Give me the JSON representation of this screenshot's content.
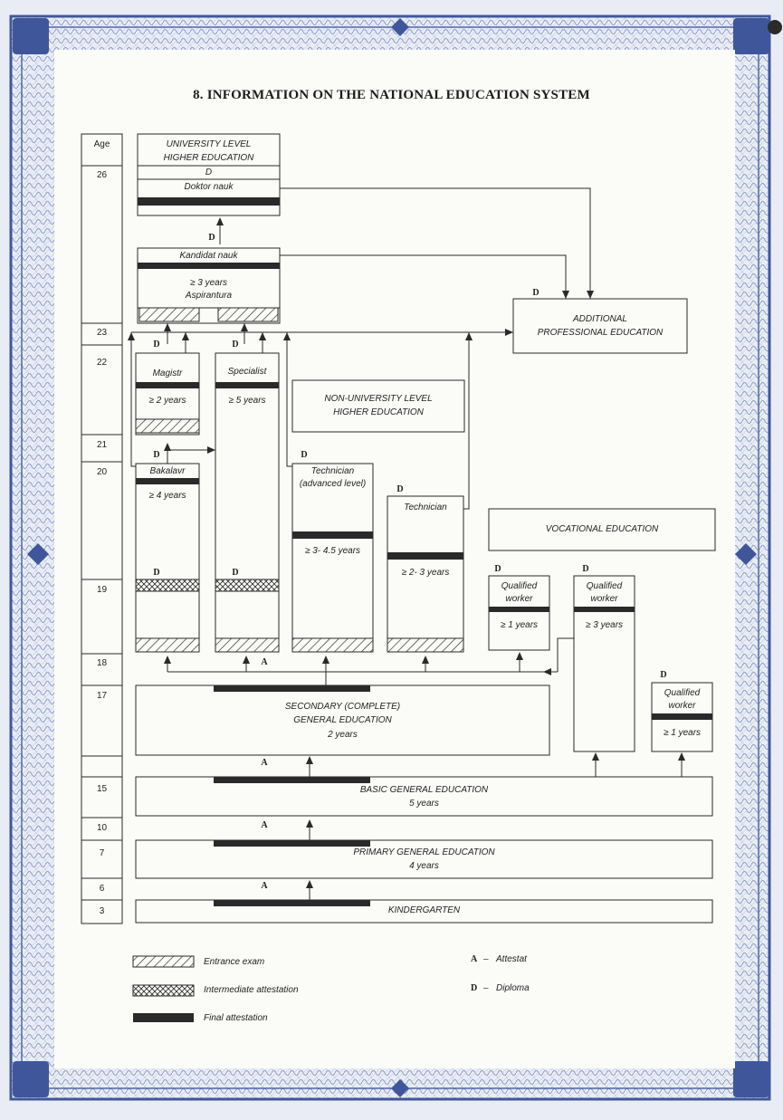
{
  "title": "8. INFORMATION ON THE NATIONAL EDUCATION SYSTEM",
  "age_column": {
    "header": "Age",
    "marks": [
      "26",
      "23",
      "22",
      "21",
      "20",
      "19",
      "18",
      "17",
      "15",
      "10",
      "7",
      "6",
      "3"
    ]
  },
  "university": {
    "label_line1": "UNIVERSITY LEVEL",
    "label_line2": "HIGHER EDUCATION",
    "degree": "D",
    "doktor": "Doktor nauk"
  },
  "kandidat": {
    "title": "Kandidat nauk",
    "duration": "≥ 3 years",
    "program": "Aspirantura"
  },
  "magistr": {
    "title": "Magistr",
    "duration": "≥ 2 years"
  },
  "specialist": {
    "title": "Specialist",
    "duration": "≥ 5 years"
  },
  "bakalavr": {
    "title": "Bakalavr",
    "duration": "≥ 4 years"
  },
  "technician_advanced": {
    "title_line1": "Technician",
    "title_line2": "(advanced level)",
    "duration": "≥ 3- 4.5 years"
  },
  "technician": {
    "title": "Technician",
    "duration": "≥ 2- 3 years"
  },
  "non_university": {
    "line1": "NON-UNIVERSITY LEVEL",
    "line2": "HIGHER EDUCATION"
  },
  "additional": {
    "line1": "ADDITIONAL",
    "line2": "PROFESSIONAL EDUCATION"
  },
  "vocational": {
    "label": "VOCATIONAL EDUCATION"
  },
  "qualified_worker_1": {
    "line1": "Qualified",
    "line2": "worker",
    "duration": "≥ 1 years"
  },
  "qualified_worker_2": {
    "line1": "Qualified",
    "line2": "worker",
    "duration": "≥ 3 years"
  },
  "qualified_worker_3": {
    "line1": "Qualified",
    "line2": "worker",
    "duration": "≥ 1 years"
  },
  "secondary": {
    "line1": "SECONDARY (COMPLETE)",
    "line2": "GENERAL EDUCATION",
    "line3": "2 years"
  },
  "basic": {
    "line1": "BASIC GENERAL EDUCATION",
    "line2": "5 years"
  },
  "primary": {
    "line1": "PRIMARY GENERAL EDUCATION",
    "line2": "4 years"
  },
  "kindergarten": {
    "label": "KINDERGARTEN"
  },
  "markers": {
    "attestat": "A",
    "diploma": "D"
  },
  "legend": {
    "entrance_exam": "Entrance exam",
    "intermediate_attestation": "Intermediate attestation",
    "final_attestation": "Final  attestation",
    "attestat_key": "A",
    "attestat_label": "Attestat",
    "diploma_key": "D",
    "diploma_label": "Diploma",
    "dash": "–"
  },
  "colors": {
    "frame": "#5d74ad",
    "ink": "#222222",
    "paper": "#fbfbf8"
  }
}
